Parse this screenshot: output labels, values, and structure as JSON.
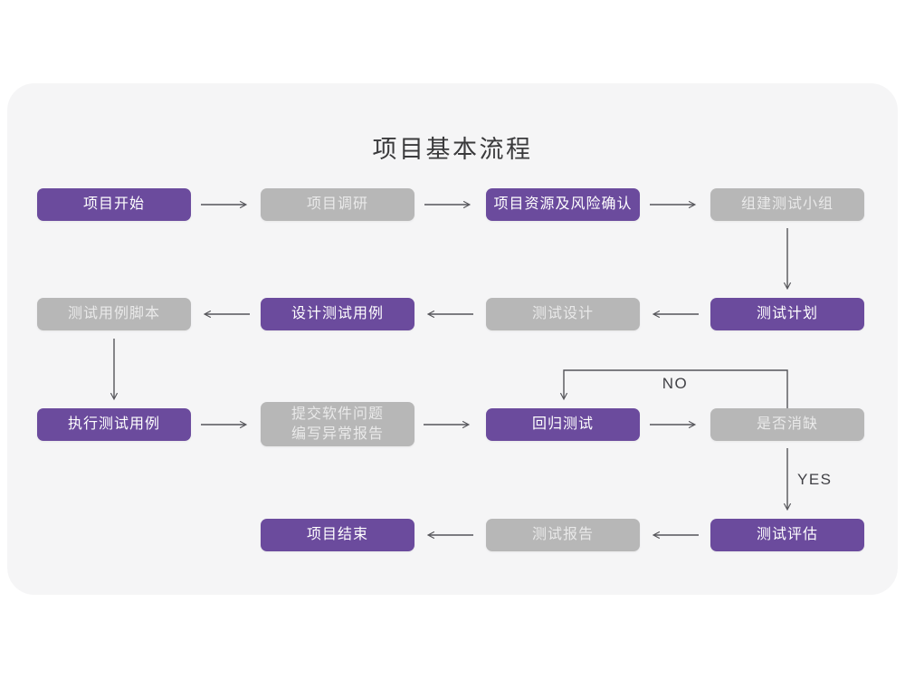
{
  "colors": {
    "page_bg": "#ffffff",
    "card_bg": "#f5f5f6",
    "purple_box": "#6b4b9d",
    "gray_box": "#b7b7b7",
    "purple_box_text": "#ffffff",
    "gray_box_text": "#e9e9e9",
    "title_text": "#3a3a3c",
    "arrow": "#55555a",
    "label_text": "#414146"
  },
  "flowchart": {
    "title": "项目基本流程",
    "decision_labels": {
      "no": "NO",
      "yes": "YES"
    },
    "nodes": [
      {
        "id": "project-start",
        "label": "项目开始",
        "style": "purple",
        "row": 1,
        "col": 1
      },
      {
        "id": "project-research",
        "label": "项目调研",
        "style": "gray",
        "row": 1,
        "col": 2
      },
      {
        "id": "resource-risk-confirm",
        "label": "项目资源及风险确认",
        "style": "purple",
        "row": 1,
        "col": 3
      },
      {
        "id": "build-test-team",
        "label": "组建测试小组",
        "style": "gray",
        "row": 1,
        "col": 4
      },
      {
        "id": "test-plan",
        "label": "测试计划",
        "style": "purple",
        "row": 2,
        "col": 4
      },
      {
        "id": "test-design",
        "label": "测试设计",
        "style": "gray",
        "row": 2,
        "col": 3
      },
      {
        "id": "design-test-cases",
        "label": "设计测试用例",
        "style": "purple",
        "row": 2,
        "col": 2
      },
      {
        "id": "test-case-script",
        "label": "测试用例脚本",
        "style": "gray",
        "row": 2,
        "col": 1
      },
      {
        "id": "execute-test-cases",
        "label": "执行测试用例",
        "style": "purple",
        "row": 3,
        "col": 1
      },
      {
        "id": "submit-issue-report",
        "label": "提交软件问题\n编写异常报告",
        "style": "gray",
        "row": 3,
        "col": 2
      },
      {
        "id": "regression-test",
        "label": "回归测试",
        "style": "purple",
        "row": 3,
        "col": 3
      },
      {
        "id": "defect-resolved",
        "label": "是否消缺",
        "style": "gray",
        "row": 3,
        "col": 4
      },
      {
        "id": "test-evaluation",
        "label": "测试评估",
        "style": "purple",
        "row": 4,
        "col": 4
      },
      {
        "id": "test-report",
        "label": "测试报告",
        "style": "gray",
        "row": 4,
        "col": 3
      },
      {
        "id": "project-end",
        "label": "项目结束",
        "style": "purple",
        "row": 4,
        "col": 2
      }
    ],
    "edges": [
      {
        "from": "project-start",
        "to": "project-research"
      },
      {
        "from": "project-research",
        "to": "resource-risk-confirm"
      },
      {
        "from": "resource-risk-confirm",
        "to": "build-test-team"
      },
      {
        "from": "build-test-team",
        "to": "test-plan"
      },
      {
        "from": "test-plan",
        "to": "test-design"
      },
      {
        "from": "test-design",
        "to": "design-test-cases"
      },
      {
        "from": "design-test-cases",
        "to": "test-case-script"
      },
      {
        "from": "test-case-script",
        "to": "execute-test-cases"
      },
      {
        "from": "execute-test-cases",
        "to": "submit-issue-report"
      },
      {
        "from": "submit-issue-report",
        "to": "regression-test"
      },
      {
        "from": "regression-test",
        "to": "defect-resolved"
      },
      {
        "from": "defect-resolved",
        "to": "regression-test",
        "label": "NO"
      },
      {
        "from": "defect-resolved",
        "to": "test-evaluation",
        "label": "YES"
      },
      {
        "from": "test-evaluation",
        "to": "test-report"
      },
      {
        "from": "test-report",
        "to": "project-end"
      }
    ]
  }
}
